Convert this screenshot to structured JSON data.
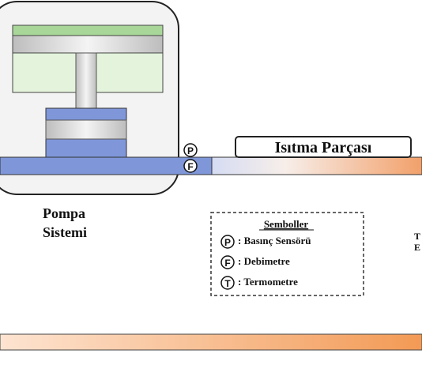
{
  "title_box": {
    "label": "Isıtma Parçası"
  },
  "pump": {
    "label_line1": "Pompa",
    "label_line2": "Sistemi"
  },
  "pipe_symbols": {
    "pressure": "P",
    "flow": "F"
  },
  "legend": {
    "title": "Semboller",
    "items": [
      {
        "symbol": "P",
        "label": ": Basınç Sensörü"
      },
      {
        "symbol": "F",
        "label": ": Debimetre"
      },
      {
        "symbol": "T",
        "label": ": Termometre"
      }
    ]
  },
  "edge_fragments": {
    "t": "T",
    "e": "E"
  },
  "colors": {
    "green": "#a9d79a",
    "light_green": "#e3f3dc",
    "blue": "#7f97d9",
    "orange": "#f4a86a",
    "outline": "#222222"
  }
}
